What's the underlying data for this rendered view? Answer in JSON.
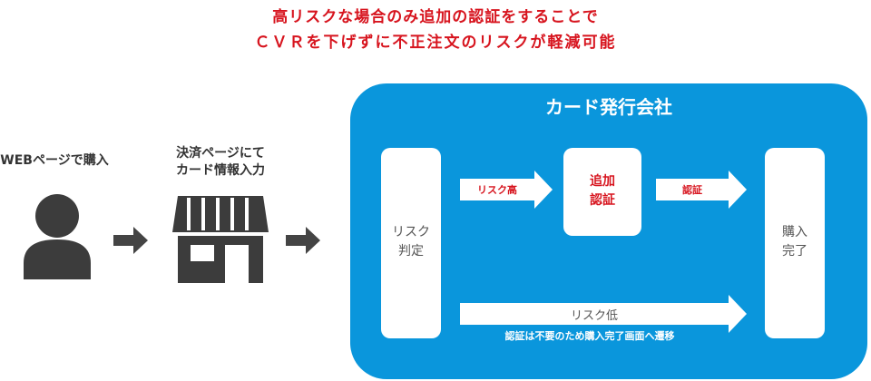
{
  "headline": {
    "line1": "高リスクな場合のみ追加の認証をすることで",
    "line2": "ＣＶＲを下げずに不正注文のリスクが軽減可能"
  },
  "steps": {
    "web_purchase": "WEBページで購入",
    "payment_line1": "決済ページにて",
    "payment_line2": "カード情報入力"
  },
  "card_issuer": {
    "title": "カード発行会社",
    "risk_judgement_line1": "リスク",
    "risk_judgement_line2": "判定",
    "additional_auth_line1": "追加",
    "additional_auth_line2": "認証",
    "purchase_complete_line1": "購入",
    "purchase_complete_line2": "完了",
    "high_risk_label": "リスク高",
    "auth_label": "認証",
    "low_risk_label": "リスク低",
    "low_risk_note": "認証は不要のため購入完了画面へ遷移"
  },
  "colors": {
    "accent_red": "#d7141e",
    "issuer_blue": "#0a96dc",
    "icon_gray": "#3c3c3c"
  }
}
